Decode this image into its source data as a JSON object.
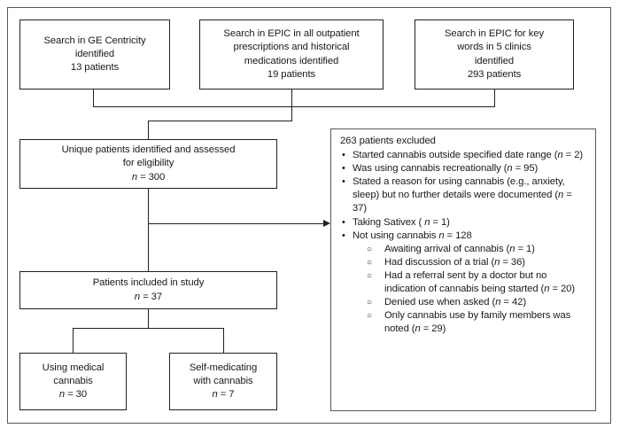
{
  "diagram": {
    "title": "Patient identification and exclusion flowchart",
    "type": "flowchart",
    "line_color": "#231f20",
    "frame_color": "#58595b",
    "background": "#ffffff"
  },
  "nodes": {
    "source_ge": {
      "lines": [
        "Search in GE Centricity",
        "identified",
        "13 patients"
      ]
    },
    "source_epic_outpatient": {
      "lines": [
        "Search in EPIC in all outpatient",
        "prescriptions and historical",
        "medications identified",
        "19 patients"
      ]
    },
    "source_epic_keywords": {
      "lines": [
        "Search in EPIC for key",
        "words in 5 clinics",
        "identified",
        "293 patients"
      ]
    },
    "unique_patients": {
      "line1": "Unique patients identified and assessed",
      "line2": "for eligibility",
      "n_label": "n",
      "n_eq": " = 300"
    },
    "included": {
      "line1": "Patients included in study",
      "n_label": "n",
      "n_eq": " = 37"
    },
    "medical_cannabis": {
      "line1": "Using medical",
      "line2": "cannabis",
      "n_label": "n",
      "n_eq": " = 30"
    },
    "self_medicating": {
      "line1": "Self-medicating",
      "line2": "with cannabis",
      "n_label": "n",
      "n_eq": " = 7"
    }
  },
  "exclusion": {
    "headline": "263 patients excluded",
    "bullet_glyph": "•",
    "subbullet_glyph": "○",
    "items": [
      {
        "segments": [
          {
            "t": "Started cannabis outside specified date range ("
          },
          {
            "t": "n",
            "i": true
          },
          {
            "t": " = 2)"
          }
        ],
        "children": []
      },
      {
        "segments": [
          {
            "t": "Was using cannabis recreationally ("
          },
          {
            "t": "n",
            "i": true
          },
          {
            "t": " = 95)"
          }
        ],
        "children": []
      },
      {
        "segments": [
          {
            "t": "Stated a reason for using cannabis (e.g., anxiety, sleep) but no further details were documented ("
          },
          {
            "t": "n",
            "i": true
          },
          {
            "t": " = 37)"
          }
        ],
        "children": []
      },
      {
        "segments": [
          {
            "t": "Taking Sativex ( "
          },
          {
            "t": "n",
            "i": true
          },
          {
            "t": " = 1)"
          }
        ],
        "children": []
      },
      {
        "segments": [
          {
            "t": "Not using cannabis  "
          },
          {
            "t": "n",
            "i": true
          },
          {
            "t": " = 128"
          }
        ],
        "children": [
          {
            "segments": [
              {
                "t": "Awaiting arrival of cannabis ("
              },
              {
                "t": "n",
                "i": true
              },
              {
                "t": " = 1)"
              }
            ]
          },
          {
            "segments": [
              {
                "t": "Had discussion of a trial ("
              },
              {
                "t": "n",
                "i": true
              },
              {
                "t": " = 36)"
              }
            ]
          },
          {
            "segments": [
              {
                "t": "Had a referral sent by a doctor but no indication of cannabis being started ("
              },
              {
                "t": "n",
                "i": true
              },
              {
                "t": " = 20)"
              }
            ]
          },
          {
            "segments": [
              {
                "t": "Denied use when asked ("
              },
              {
                "t": "n",
                "i": true
              },
              {
                "t": " = 42)"
              }
            ]
          },
          {
            "segments": [
              {
                "t": "Only cannabis use by family members was noted ("
              },
              {
                "t": "n",
                "i": true
              },
              {
                "t": " = 29)"
              }
            ]
          }
        ]
      }
    ]
  }
}
